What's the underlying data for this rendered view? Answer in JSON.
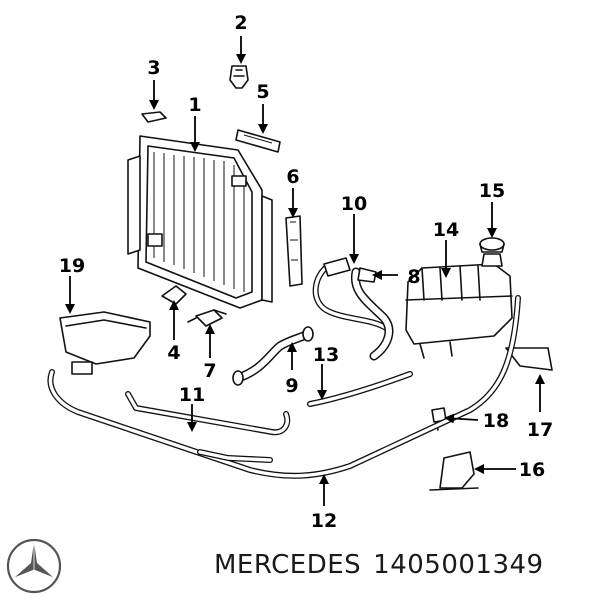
{
  "callouts": [
    "1",
    "2",
    "3",
    "4",
    "5",
    "6",
    "7",
    "8",
    "9",
    "10",
    "11",
    "12",
    "13",
    "14",
    "15",
    "16",
    "17",
    "18",
    "19"
  ],
  "caption": {
    "brand": "MERCEDES",
    "part_number": "1405001349"
  },
  "logo": "mercedes-star-icon"
}
